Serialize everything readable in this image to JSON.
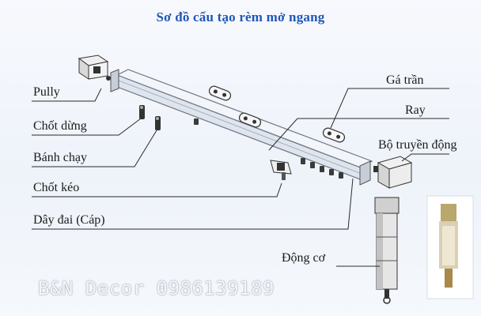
{
  "title": "Sơ đồ cấu tạo rèm mở ngang",
  "labels": {
    "pully": "Pully",
    "chot_dung": "Chốt dừng",
    "banh_chay": "Bánh chạy",
    "chot_keo": "Chốt kéo",
    "day_dai": "Dây đai (Cáp)",
    "ga_tran": "Gá trần",
    "ray": "Ray",
    "bo_truyen_dong": "Bộ truyền động",
    "dong_co": "Động cơ"
  },
  "watermark": "B&N Decor 0986139189",
  "colors": {
    "title": "#1f57b8",
    "rail": "#e9eef5",
    "rail_edge": "#6d7480",
    "leader": "#2a2a2a"
  }
}
